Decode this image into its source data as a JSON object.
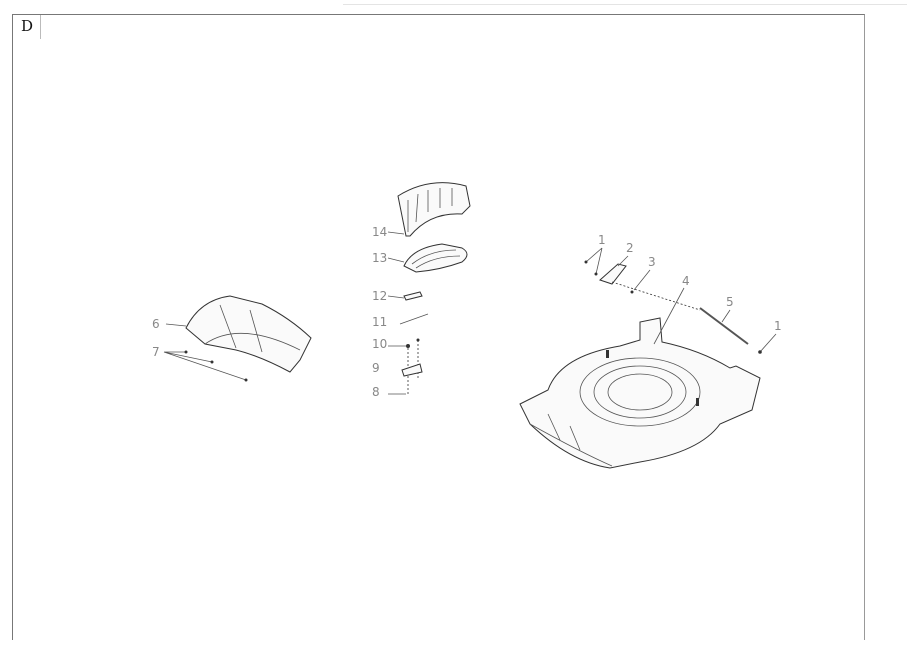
{
  "page_letter": "D",
  "callouts": {
    "p1a": "1",
    "p2": "2",
    "p3": "3",
    "p4": "4",
    "p5": "5",
    "p1b": "1",
    "p6": "6",
    "p7": "7",
    "p8": "8",
    "p9": "9",
    "p10": "10",
    "p11": "11",
    "p12": "12",
    "p13": "13",
    "p14": "14"
  }
}
